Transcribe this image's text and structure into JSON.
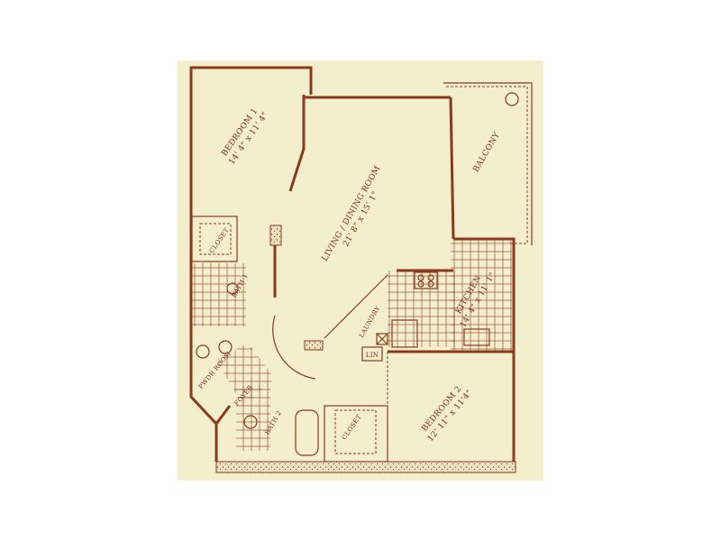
{
  "colors": {
    "paper": "#f3eecb",
    "wall": "#8b3a1e",
    "text": "#7a2e16"
  },
  "rooms": {
    "bedroom1": {
      "name": "BEDROOM 1",
      "size": "14' 4\" x 11' 4\""
    },
    "living": {
      "name": "LIVING / DINING ROOM",
      "size": "21' 8\" x 15' 1\""
    },
    "balcony": {
      "name": "BALCONY"
    },
    "kitchen": {
      "name": "KITCHEN",
      "size": "14' 4\" x 11' 1\""
    },
    "bedroom2": {
      "name": "BEDROOM 2",
      "size": "12' 11\" x 11'4\""
    },
    "closet1": {
      "name": "CLOSET"
    },
    "closet2": {
      "name": "CLOSET"
    },
    "bath1": {
      "name": "BATH 1"
    },
    "bath2": {
      "name": "BATH 2"
    },
    "laundry": {
      "name": "LAUNDRY"
    },
    "linen": {
      "name": "LIN"
    },
    "powder": {
      "name": "PWDR ROOM"
    },
    "foyer": {
      "name": "FOYER"
    }
  }
}
